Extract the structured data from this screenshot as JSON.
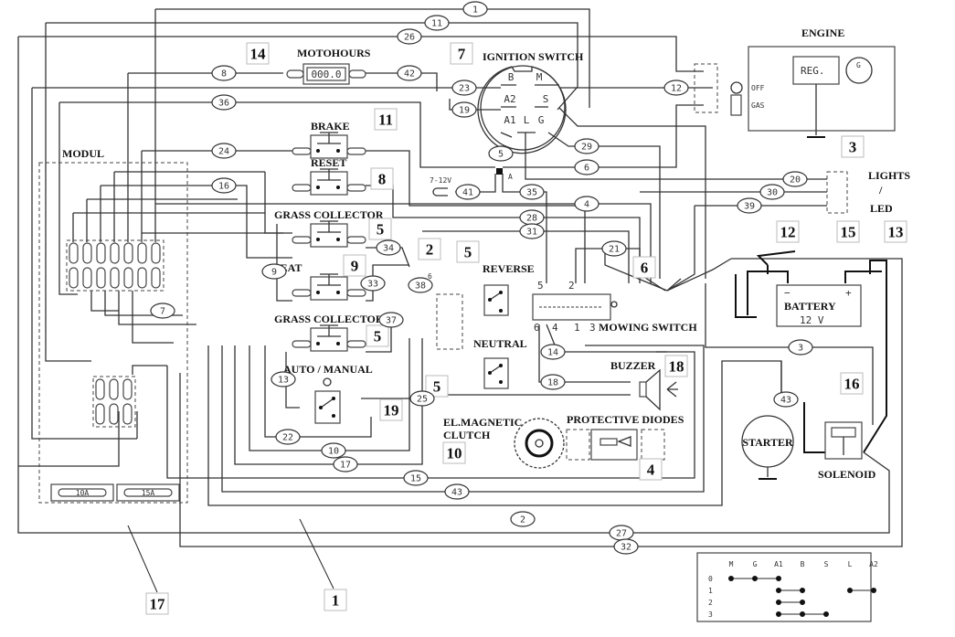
{
  "title": "Lawn tractor wiring diagram",
  "components": {
    "motohours": {
      "label": "MOTOHOURS",
      "display": "000.0",
      "ref": "14"
    },
    "ignition_switch": {
      "label": "IGNITION SWITCH",
      "ref": "7",
      "terminals": [
        "B",
        "M",
        "A2",
        "S",
        "A1",
        "L",
        "G"
      ]
    },
    "engine": {
      "label": "ENGINE",
      "regulator": "REG.",
      "generator": "G",
      "off": "OFF",
      "gas": "GAS"
    },
    "brake": {
      "label": "BRAKE",
      "ref": "11"
    },
    "reset": {
      "label": "RESET",
      "ref": "8"
    },
    "grass_collector_1": {
      "label": "GRASS COLLECTOR",
      "ref": "5"
    },
    "seat": {
      "label": "SEAT",
      "ref": "9"
    },
    "grass_collector_2": {
      "label": "GRASS COLLECTOR",
      "ref": "5"
    },
    "auto_manual": {
      "label": "AUTO / MANUAL",
      "ref": "19"
    },
    "reverse": {
      "label": "REVERSE",
      "ref": "5"
    },
    "neutral": {
      "label": "NEUTRAL",
      "ref": "5"
    },
    "mowing_switch": {
      "label": "MOWING SWITCH",
      "ref": "6",
      "pins": [
        "5",
        "2",
        "6",
        "4",
        "1",
        "3"
      ]
    },
    "buzzer": {
      "label": "BUZZER",
      "ref": "18"
    },
    "clutch": {
      "label1": "EL.MAGNETIC",
      "label2": "CLUTCH",
      "ref": "10"
    },
    "protective_diodes": {
      "label": "PROTECTIVE DIODES",
      "ref": "4"
    },
    "lights": {
      "label1": "LIGHTS",
      "label2": "/",
      "label3": "LED",
      "ref": "3"
    },
    "battery": {
      "label": "BATTERY",
      "voltage": "12 V",
      "minus": "−",
      "plus": "+",
      "ref": "15"
    },
    "starter": {
      "label": "STARTER"
    },
    "solenoid": {
      "label": "SOLENOID",
      "ref": "16"
    },
    "modul": {
      "label": "MODUL",
      "fuse1": "10A",
      "fuse2": "15A",
      "ref": "17"
    },
    "harness": {
      "ref": "1"
    },
    "connector_2": {
      "ref": "2",
      "pin": "6"
    },
    "ground_ref_12": "12",
    "ground_ref_13": "13",
    "junction_a": {
      "label": "A",
      "supply": "7-12V"
    }
  },
  "wires": [
    "1",
    "11",
    "26",
    "8",
    "42",
    "23",
    "19",
    "36",
    "12",
    "24",
    "5",
    "29",
    "6",
    "41",
    "35",
    "20",
    "16",
    "4",
    "30",
    "28",
    "39",
    "31",
    "34",
    "21",
    "9",
    "33",
    "38",
    "37",
    "7",
    "13",
    "14",
    "18",
    "25",
    "22",
    "10",
    "17",
    "15",
    "43",
    "2",
    "27",
    "32",
    "3",
    "43"
  ],
  "switch_table": {
    "columns": [
      "M",
      "G",
      "A1",
      "B",
      "S",
      "L",
      "A2"
    ],
    "rows": [
      {
        "pos": "0",
        "connections": [
          [
            "M",
            "G",
            "A1"
          ]
        ]
      },
      {
        "pos": "1",
        "connections": [
          [
            "A1",
            "B"
          ],
          [
            "L",
            "A2"
          ]
        ]
      },
      {
        "pos": "2",
        "connections": [
          [
            "A1",
            "B"
          ]
        ]
      },
      {
        "pos": "3",
        "connections": [
          [
            "A1",
            "B",
            "S"
          ]
        ]
      }
    ]
  }
}
